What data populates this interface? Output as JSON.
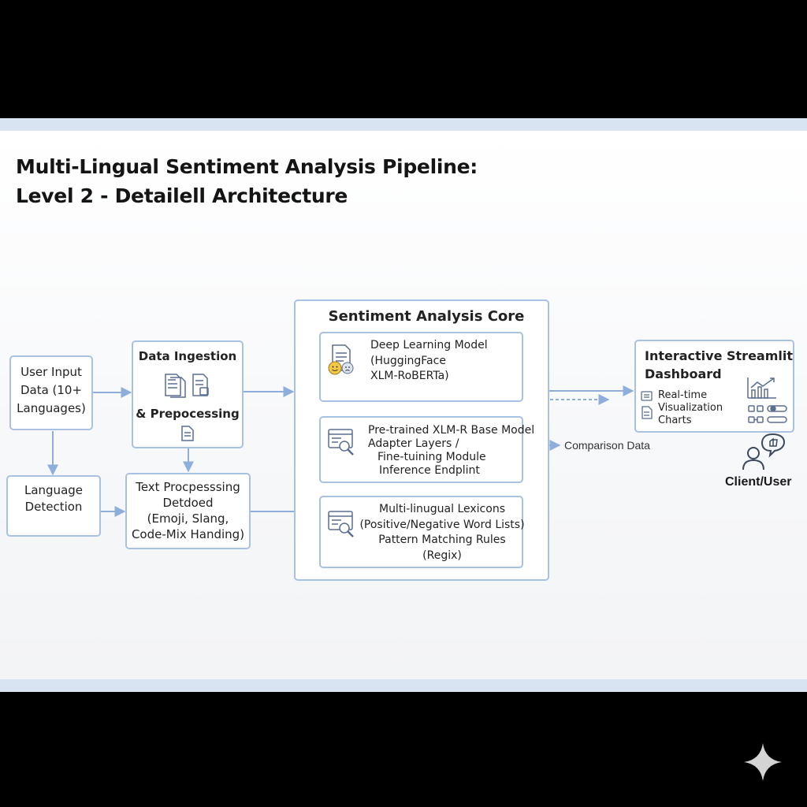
{
  "title": {
    "line1": "Multi-Lingual Sentiment Analysis Pipeline:",
    "line2": "Level 2 - Detailell Architecture"
  },
  "nodes": {
    "user_input": [
      "User Input",
      "Data (10+",
      "Languages)"
    ],
    "language_detection": [
      "Language",
      "Detection"
    ],
    "data_ingestion": {
      "title": "Data Ingestion",
      "subtitle": "& Prepocessing"
    },
    "text_processing": [
      "Text Procpesssing",
      "Detdoed",
      "(Emoji, Slang,",
      "Code-Mix Handing)"
    ],
    "core": {
      "title": "Sentiment Analysis Core",
      "deep_learning": [
        "Deep Learning Model",
        "(HuggingFace",
        "XLM-RoBERTa)"
      ],
      "pretrained": [
        "Pre-trained XLM-R Base Model",
        "Adapter Layers /",
        "Fine-tuining Module",
        "Inference Endplint"
      ],
      "lexicons": [
        "Multi-linugual Lexicons",
        "(Positive/Negative Word Lists)",
        "Pattern Matching Rules",
        "(Regix)"
      ]
    },
    "dashboard": {
      "title": [
        "Interactive Streamlit",
        "Dashboard"
      ],
      "features": [
        "Real-time",
        "Visualization",
        "Charts"
      ]
    }
  },
  "labels": {
    "comparison": "Comparison Data",
    "client": "Client/User"
  },
  "colors": {
    "box_border": "#a9c1e3",
    "connector": "#8eaedb",
    "icon": "#5b6f8f",
    "band": "#d9e4f3"
  }
}
